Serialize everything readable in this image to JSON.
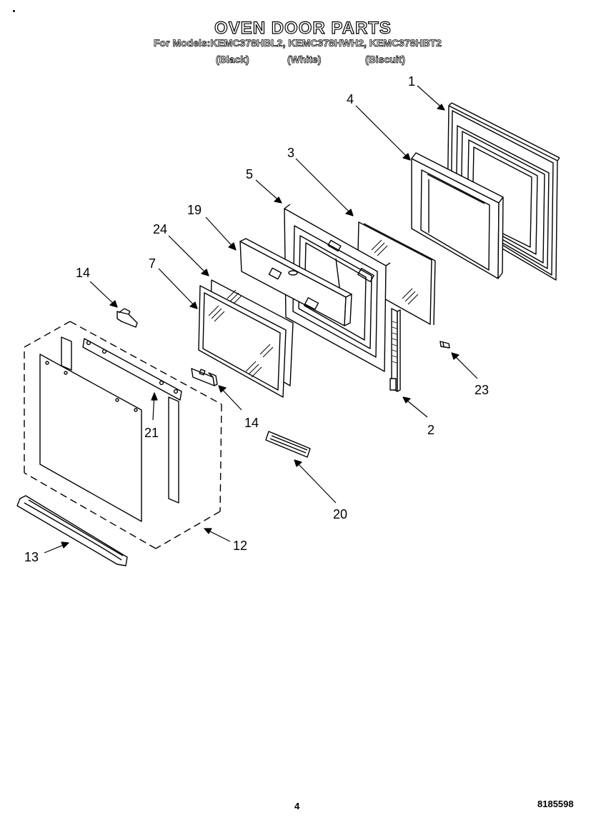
{
  "header": {
    "title": "OVEN DOOR PARTS",
    "models_line": "For Models:KEMC378HBL2, KEMC378HWH2, KEMC378HBT2",
    "colors": [
      "(Black)",
      "(White)",
      "(Biscuit)"
    ]
  },
  "callouts": {
    "c1": "1",
    "c2": "2",
    "c3": "3",
    "c4": "4",
    "c5": "5",
    "c7": "7",
    "c12": "12",
    "c13": "13",
    "c14a": "14",
    "c14b": "14",
    "c19": "19",
    "c20": "20",
    "c21": "21",
    "c23": "23",
    "c24": "24"
  },
  "footer": {
    "page_number": "4",
    "document_number": "8185598"
  }
}
